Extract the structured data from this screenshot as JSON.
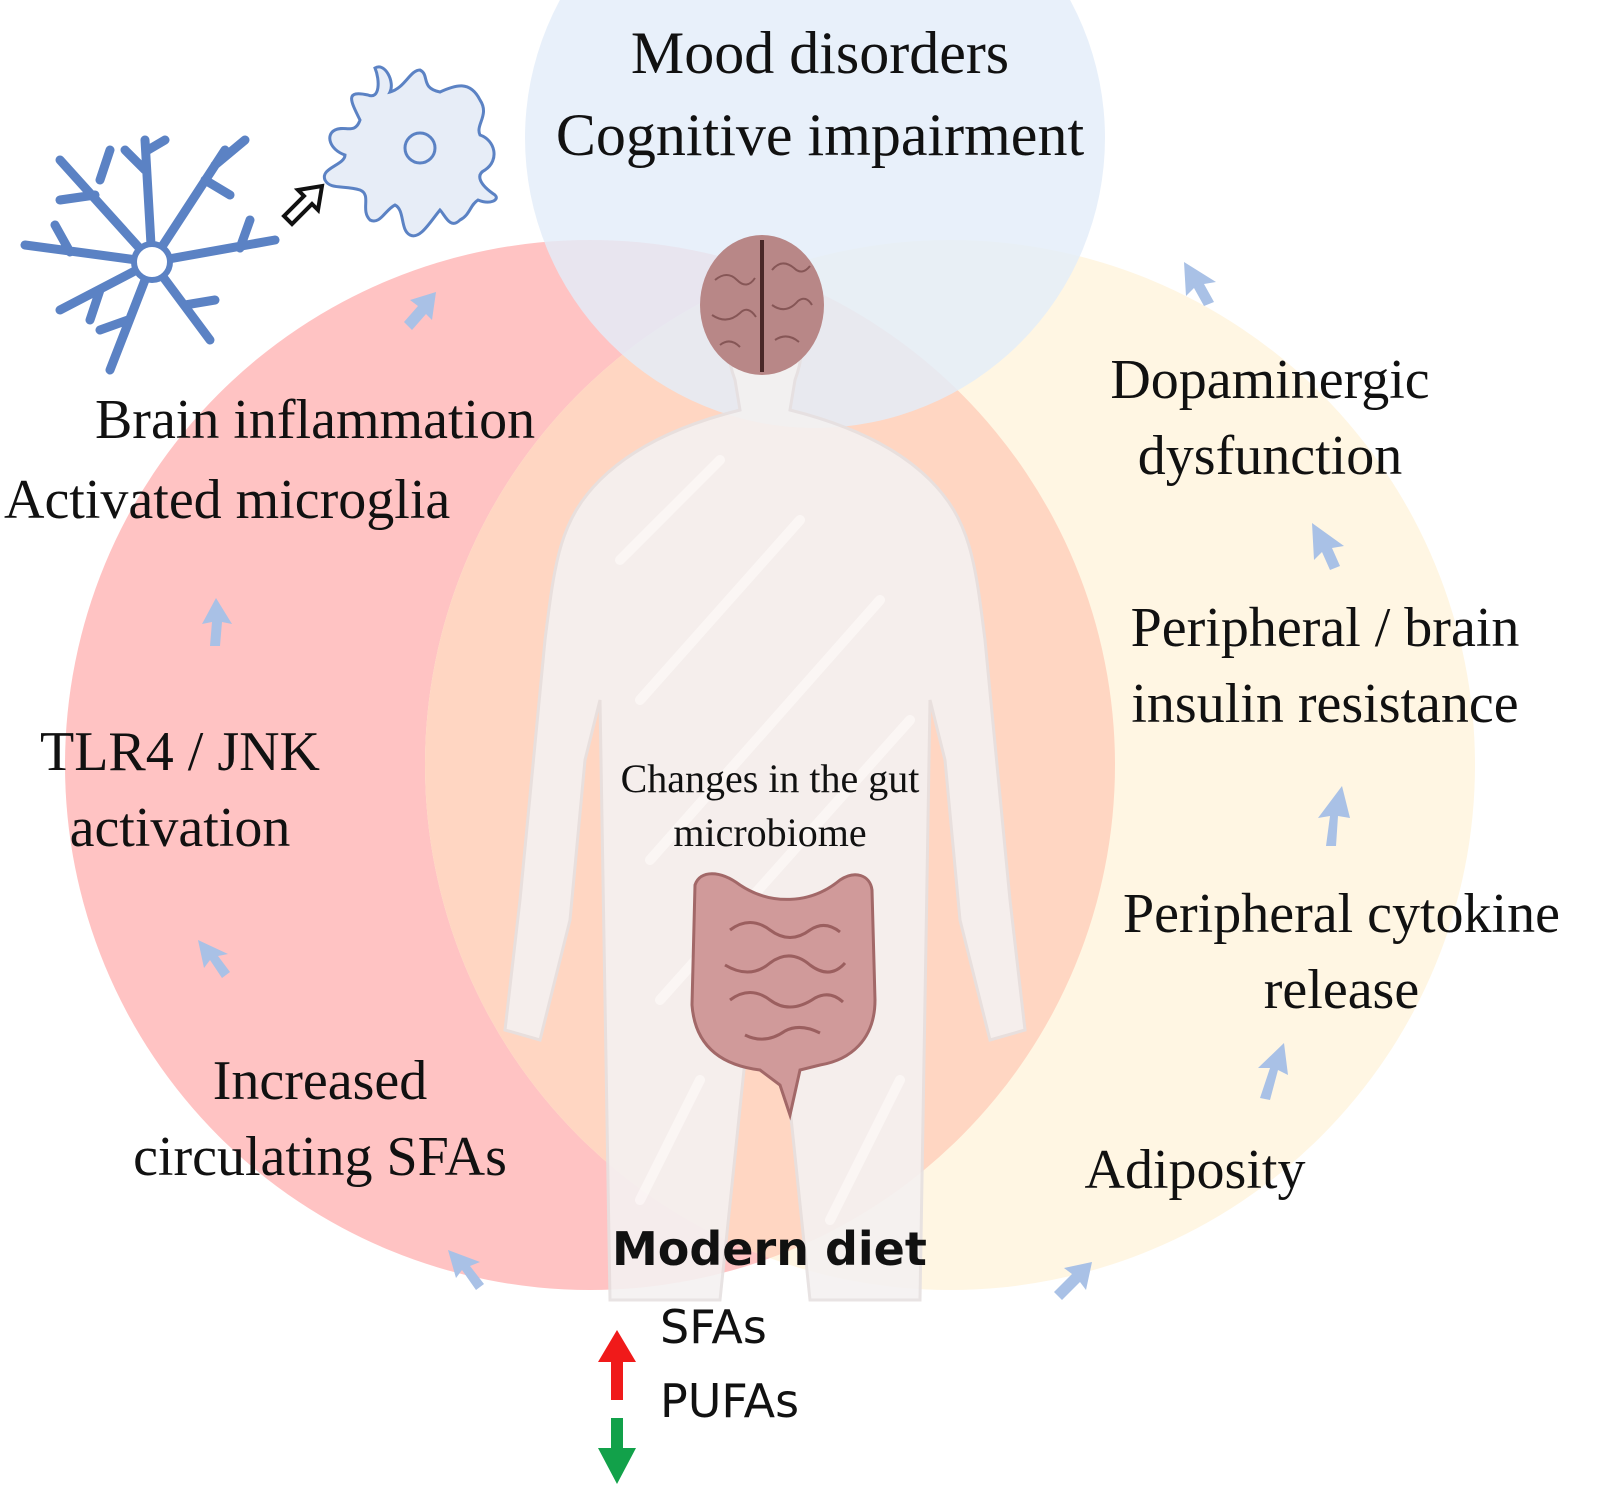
{
  "colors": {
    "blue_circle": "#e9f1fb",
    "red_circle": "#ffc3c3",
    "yellow_circle": "#fff6e3",
    "red_yellow_overlap": "#ffd6c2",
    "arrow_blue": "#a9c1e6",
    "cell_blue": "#5b82c4",
    "organ_pink": "#c58b8b",
    "up_arrow_red": "#f01a1a",
    "down_arrow_green": "#12a14a"
  },
  "top_outcomes": {
    "line1": "Mood disorders",
    "line2": "Cognitive impairment"
  },
  "left_pathway": {
    "steps": [
      {
        "id": "brain-inflammation",
        "lines": [
          "Brain inflammation",
          "Activated microglia"
        ]
      },
      {
        "id": "tlr4-jnk",
        "lines": [
          "TLR4 / JNK",
          "activation"
        ]
      },
      {
        "id": "circulating-sfas",
        "lines": [
          "Increased",
          "circulating SFAs"
        ]
      }
    ]
  },
  "right_pathway": {
    "steps": [
      {
        "id": "dopaminergic",
        "lines": [
          "Dopaminergic",
          "dysfunction"
        ]
      },
      {
        "id": "insulin-resistance",
        "lines": [
          "Peripheral / brain",
          "insulin resistance"
        ]
      },
      {
        "id": "cytokine-release",
        "lines": [
          "Peripheral cytokine",
          "release"
        ]
      },
      {
        "id": "adiposity",
        "lines": [
          "Adiposity"
        ]
      }
    ]
  },
  "center": {
    "gut_label_line1": "Changes in the gut",
    "gut_label_line2": "microbiome"
  },
  "modern_diet": {
    "title": "Modern diet",
    "items": [
      {
        "label": "SFAs",
        "direction": "up"
      },
      {
        "label": "PUFAs",
        "direction": "down"
      }
    ]
  },
  "icons": {
    "resting_microglia": "resting-microglia-icon",
    "activated_microglia": "activated-microglia-icon",
    "transition_arrow": "outline-arrow-icon",
    "brain": "brain-icon",
    "intestine": "intestine-icon",
    "body": "human-body-icon"
  }
}
